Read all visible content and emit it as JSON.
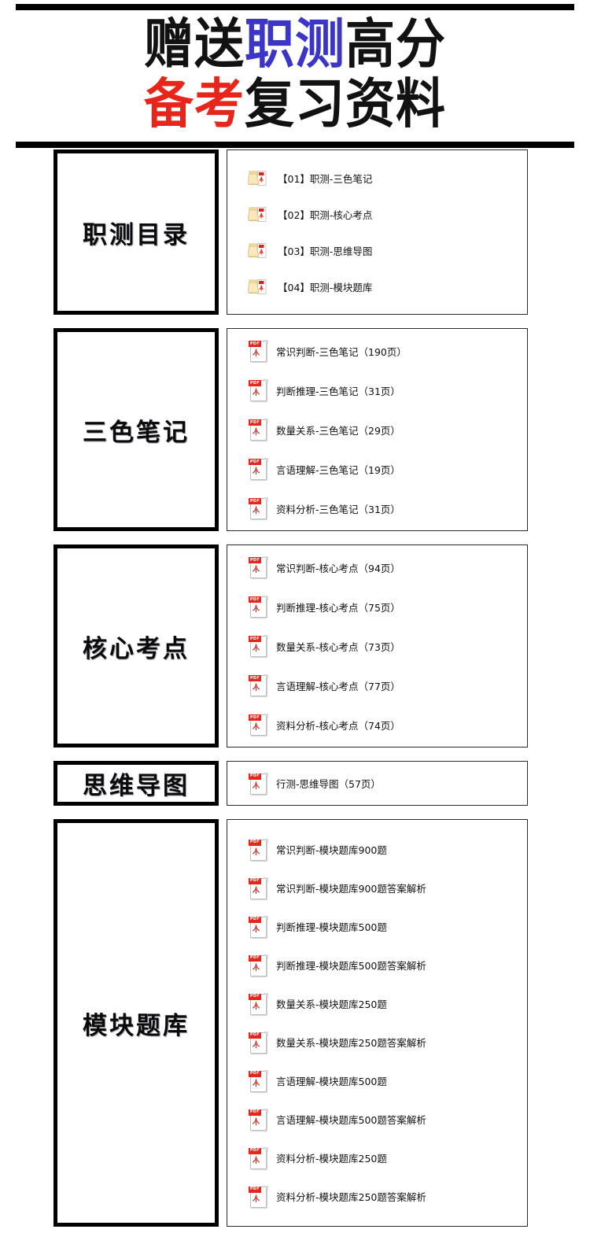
{
  "header": {
    "line1": [
      {
        "text": "赠送",
        "color": "#121212"
      },
      {
        "text": "职测",
        "color": "#3c36c8"
      },
      {
        "text": "高分",
        "color": "#121212"
      }
    ],
    "line2": [
      {
        "text": "备考",
        "color": "#e8251a"
      },
      {
        "text": "复习资料",
        "color": "#121212"
      }
    ],
    "full_title": "赠送职测高分备考复习资料",
    "accent_blue": "#3c36c8",
    "accent_red": "#e8251a",
    "rule_color": "#000000"
  },
  "blocks": [
    {
      "label": "职测目录",
      "icon": "folder-icon",
      "items": [
        {
          "text": "【01】职测-三色笔记"
        },
        {
          "text": "【02】职测-核心考点"
        },
        {
          "text": "【03】职测-思维导图"
        },
        {
          "text": "【04】职测-模块题库"
        }
      ]
    },
    {
      "label": "三色笔记",
      "icon": "pdf-icon",
      "items": [
        {
          "text": "常识判断-三色笔记（190页）"
        },
        {
          "text": "判断推理-三色笔记（31页）"
        },
        {
          "text": "数量关系-三色笔记（29页）"
        },
        {
          "text": "言语理解-三色笔记（19页）"
        },
        {
          "text": "资料分析-三色笔记（31页）"
        }
      ]
    },
    {
      "label": "核心考点",
      "icon": "pdf-icon",
      "items": [
        {
          "text": "常识判断-核心考点（94页）"
        },
        {
          "text": "判断推理-核心考点（75页）"
        },
        {
          "text": "数量关系-核心考点（73页）"
        },
        {
          "text": "言语理解-核心考点（77页）"
        },
        {
          "text": "资料分析-核心考点（74页）"
        }
      ]
    },
    {
      "label": "思维导图",
      "icon": "pdf-icon",
      "items": [
        {
          "text": "行测-思维导图（57页）"
        }
      ]
    },
    {
      "label": "模块题库",
      "icon": "pdf-icon",
      "items": [
        {
          "text": "常识判断-模块题库900题"
        },
        {
          "text": "常识判断-模块题库900题答案解析"
        },
        {
          "text": "判断推理-模块题库500题"
        },
        {
          "text": "判断推理-模块题库500题答案解析"
        },
        {
          "text": "数量关系-模块题库250题"
        },
        {
          "text": "数量关系-模块题库250题答案解析"
        },
        {
          "text": "言语理解-模块题库500题"
        },
        {
          "text": "言语理解-模块题库500题答案解析"
        },
        {
          "text": "资料分析-模块题库250题"
        },
        {
          "text": "资料分析-模块题库250题答案解析"
        }
      ]
    }
  ],
  "icons": {
    "pdf_label": "PDF",
    "pdf_name": "pdf-file-icon",
    "folder_name": "open-folder-icon"
  }
}
